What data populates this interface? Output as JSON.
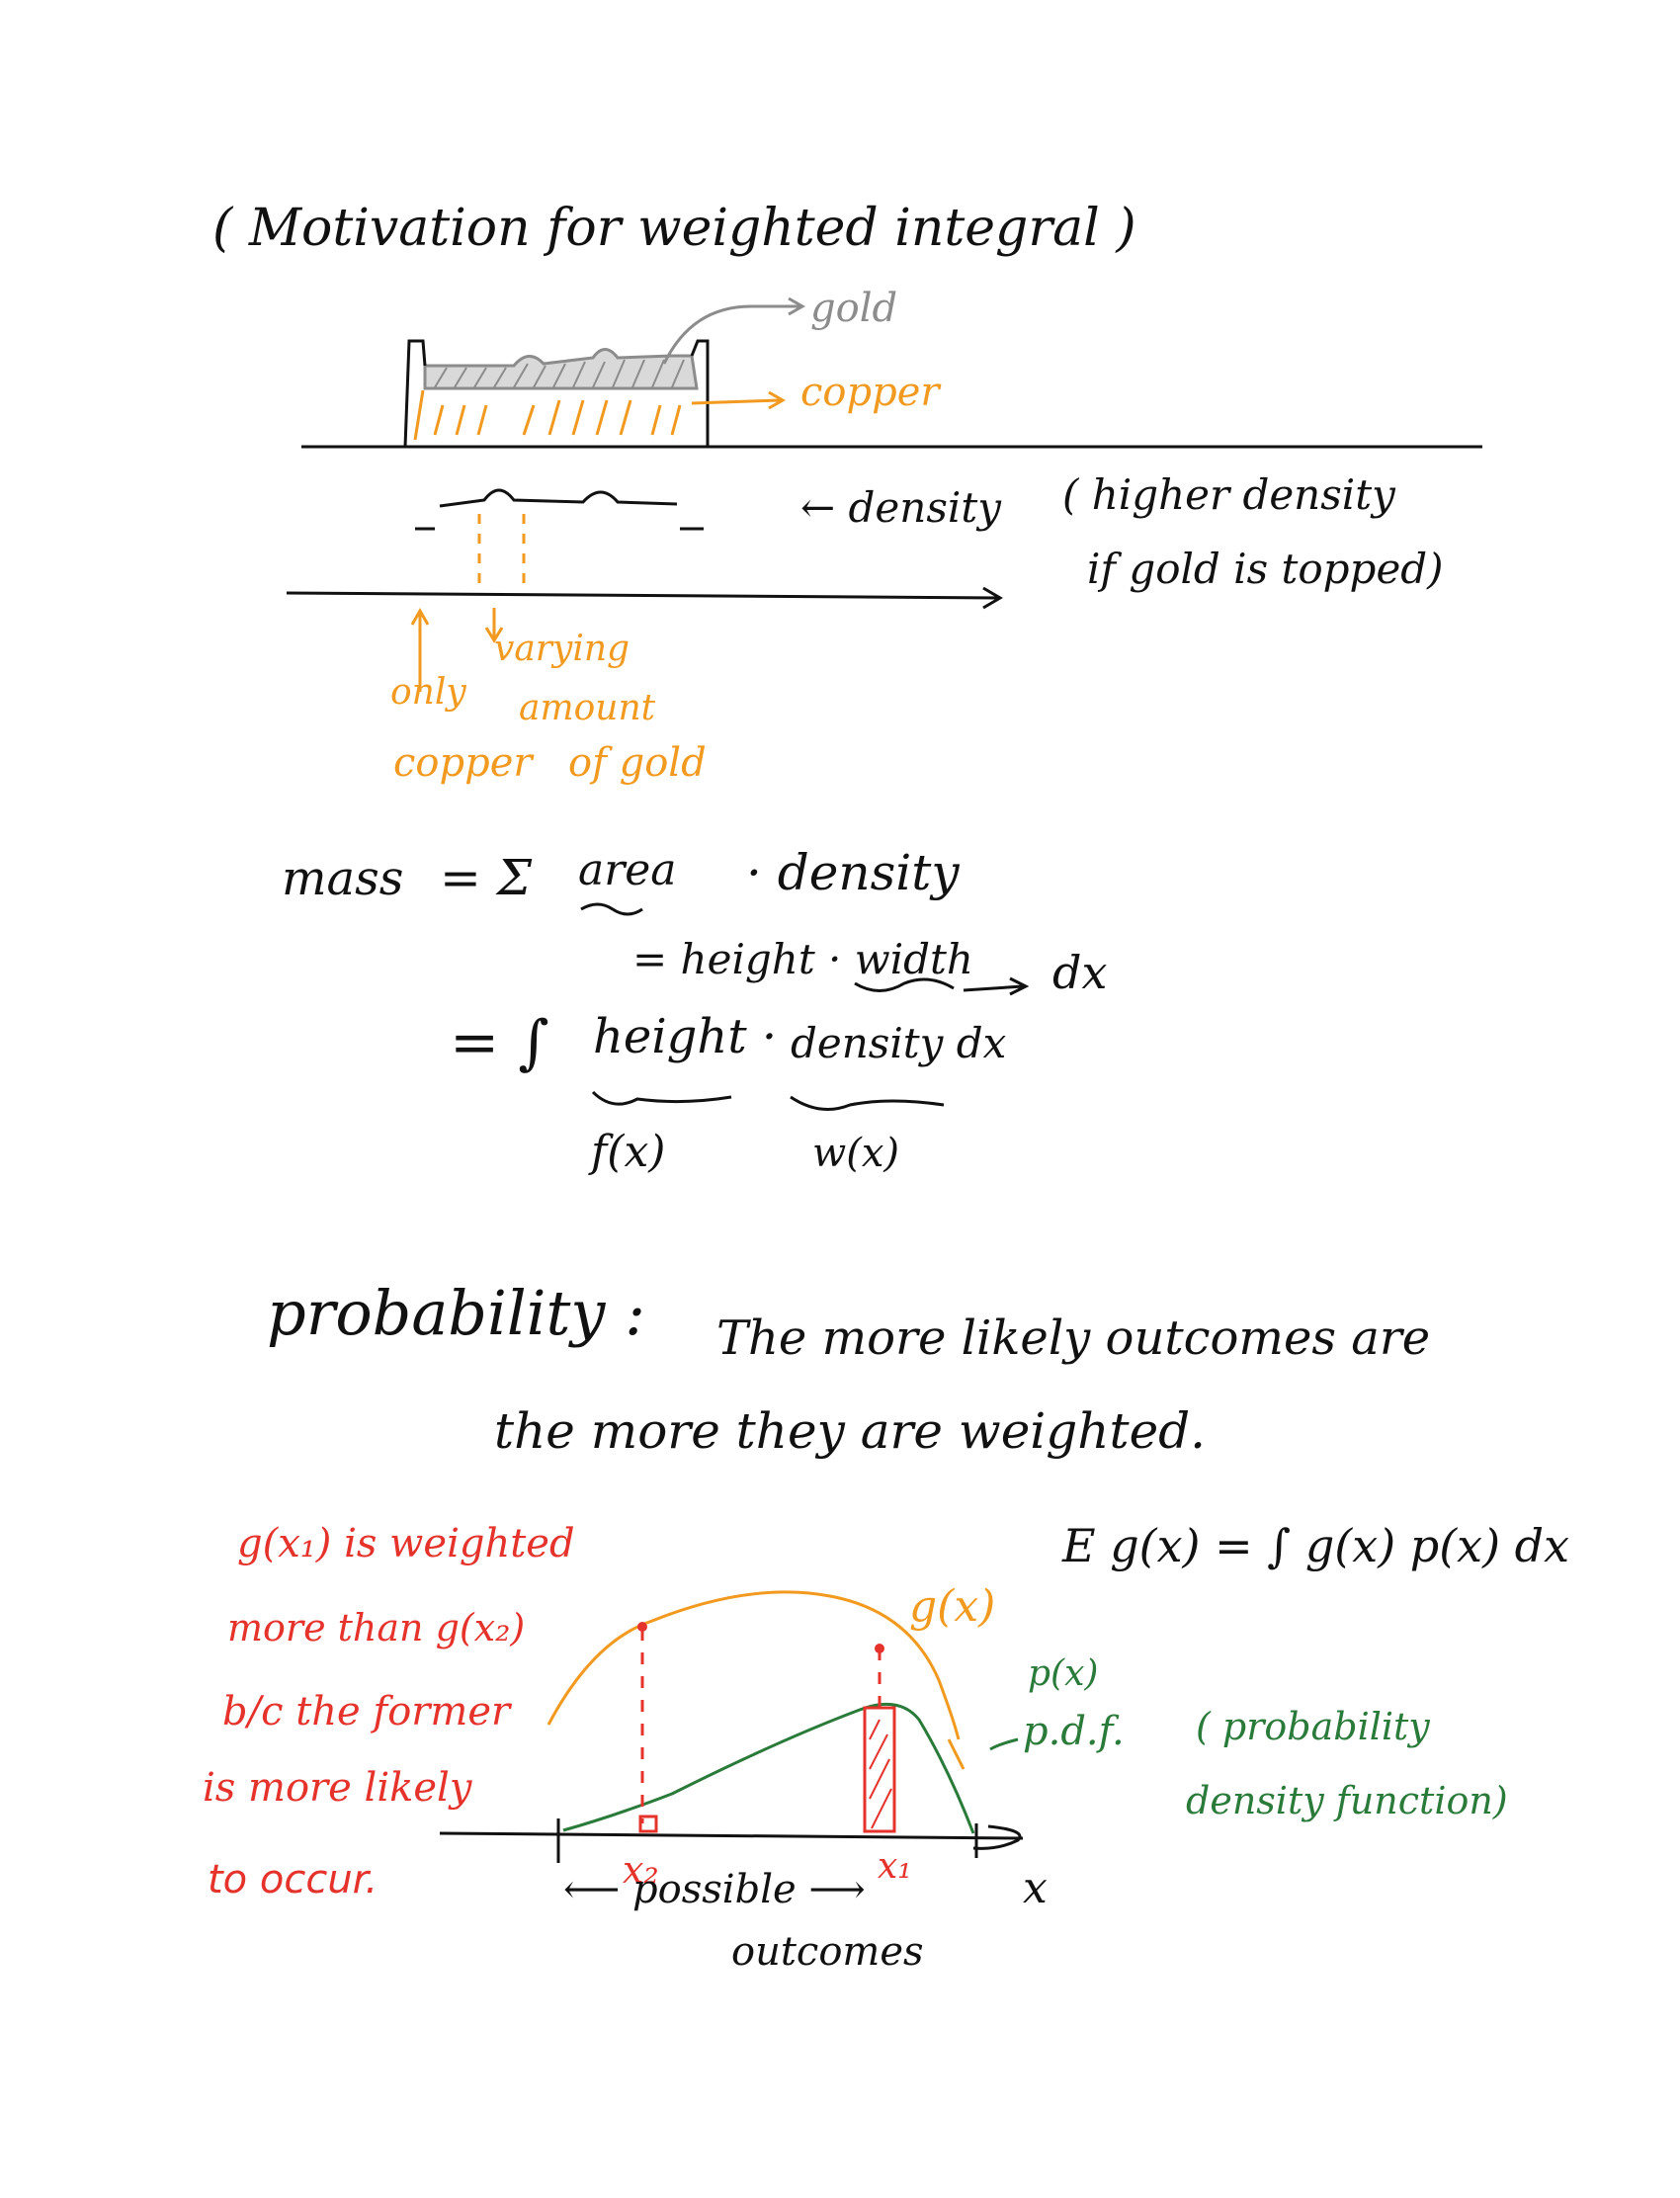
{
  "colors": {
    "ink": "#111111",
    "orange": "#f29a1f",
    "gray": "#8c8c8c",
    "red": "#e5322b",
    "green": "#2a7a3a"
  },
  "title": "( Motivation for weighted integral )",
  "coin_sketch": {
    "gold_label": "gold",
    "copper_label": "copper",
    "density_label": "← density",
    "density_note_line1": "( higher density",
    "density_note_line2": "if gold is topped)",
    "only_copper_line1": "only",
    "only_copper_line2": "copper",
    "varying_line1": "varying",
    "varying_line2": "amount",
    "varying_line3": "of gold"
  },
  "mass_equation": {
    "lhs": "mass",
    "eq_sum": "= Σ",
    "area": "area",
    "dot_density": "· density",
    "area_expansion": "= height · width",
    "dx_arrow": "dx",
    "eq_integral": "= ∫",
    "height": "height ·",
    "density_dx": "density dx",
    "f_label": "f(x)",
    "w_label": "w(x)"
  },
  "probability": {
    "heading": "probability :",
    "line1": "The more likely outcomes are",
    "line2": "the more they are weighted."
  },
  "graph_notes": {
    "note_line1": "g(x₁) is weighted",
    "note_line2": "more than g(x₂)",
    "note_line3": "b/c the former",
    "note_line4": "is more likely",
    "note_line5": "to occur.",
    "expectation": "E g(x) = ∫ g(x) p(x) dx",
    "g_label": "g(x)",
    "p_label": "p(x)",
    "pdf_label": "p.d.f.",
    "pdf_desc_line1": "( probability",
    "pdf_desc_line2": "density function)",
    "x2_label": "x₂",
    "x1_label": "x₁",
    "axis_label": "x",
    "possible": "⟵ possible ⟶",
    "outcomes": "outcomes"
  }
}
